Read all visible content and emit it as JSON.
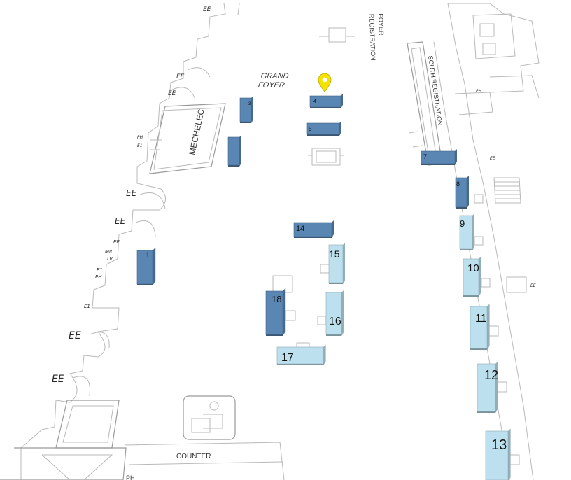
{
  "map": {
    "areas": {
      "grand_foyer": "GRAND\nFOYER",
      "registration_foyer": "REGISTRATION\nFOYER",
      "south_registration": "SOUTH REGISTRATION",
      "mechelec": "MECHELEC",
      "counter": "COUNTER"
    },
    "misc_labels": {
      "ee": "EE",
      "e1": "E1",
      "ph": "PH",
      "mic_tv": "MIC\nTV"
    },
    "booths": [
      {
        "id": "1",
        "label": "1",
        "color": "#5a86b3"
      },
      {
        "id": "3",
        "label": "3",
        "color": "#5a86b3"
      },
      {
        "id": "4",
        "label": "4",
        "color": "#5a86b3"
      },
      {
        "id": "5",
        "label": "5",
        "color": "#5a86b3"
      },
      {
        "id": "7",
        "label": "7",
        "color": "#5a86b3"
      },
      {
        "id": "8",
        "label": "8",
        "color": "#5a86b3"
      },
      {
        "id": "9",
        "label": "9",
        "color": "#bde0ee"
      },
      {
        "id": "10",
        "label": "10",
        "color": "#bde0ee"
      },
      {
        "id": "11",
        "label": "11",
        "color": "#bde0ee"
      },
      {
        "id": "12",
        "label": "12",
        "color": "#bde0ee"
      },
      {
        "id": "13",
        "label": "13",
        "color": "#bde0ee"
      },
      {
        "id": "14",
        "label": "14",
        "color": "#5a86b3"
      },
      {
        "id": "15",
        "label": "15",
        "color": "#bde0ee"
      },
      {
        "id": "16",
        "label": "16",
        "color": "#bde0ee"
      },
      {
        "id": "17",
        "label": "17",
        "color": "#bde0ee"
      },
      {
        "id": "18",
        "label": "18",
        "color": "#5a86b3"
      },
      {
        "id": "mech_a",
        "label": "",
        "color": "#5a86b3"
      },
      {
        "id": "mech_b",
        "label": "",
        "color": "#5a86b3"
      }
    ],
    "marker": {
      "icon": "map-pin-icon",
      "color": "#f5e200"
    }
  }
}
